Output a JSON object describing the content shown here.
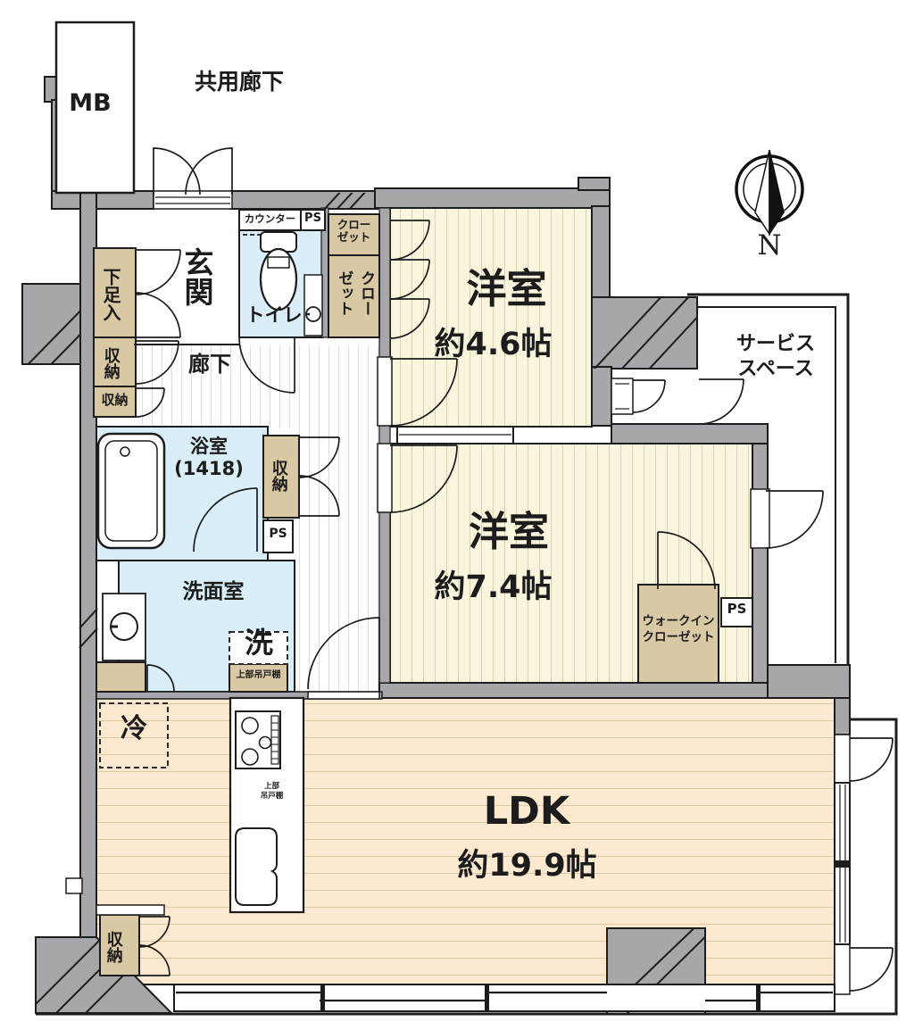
{
  "title": "マンション間取り図 (2LDK floor plan)",
  "colors": {
    "wall_gray": "#a6a6ab",
    "outline": "#1c1c1c",
    "room_cream": "#faf6dd",
    "ldk_peach": "#fce9cf",
    "wet_blue": "#d9eef8",
    "storage_beige": "#d8c8a4",
    "corridor_white": "#ffffff"
  },
  "labels": {
    "common_corridor": "共用廊下",
    "meter_box": "MB",
    "entrance": "玄関",
    "counter": "カウンター",
    "pipe_space": "PS",
    "closet_2line": "クロー\nゼット",
    "closet": "クローゼット",
    "shoe_cabinet": "下足入",
    "storage": "収納",
    "corridor": "廊下",
    "toilet": "トイレ",
    "service_space": "サービス\nスペース",
    "washroom": "洗面室",
    "washer": "洗",
    "upper_cabinet": "上部吊戸棚",
    "upper_cabinet_2line": "上部\n吊戸棚",
    "walk_in_closet": "ウォークイン\nクローゼット",
    "fridge": "冷",
    "north": "N"
  },
  "rooms": {
    "west1": {
      "name": "洋室",
      "size": "約4.6帖"
    },
    "west2": {
      "name": "洋室",
      "size": "約7.4帖"
    },
    "ldk": {
      "name": "LDK",
      "size": "約19.9帖"
    },
    "bath": {
      "name": "浴室",
      "size": "(1418)"
    }
  }
}
